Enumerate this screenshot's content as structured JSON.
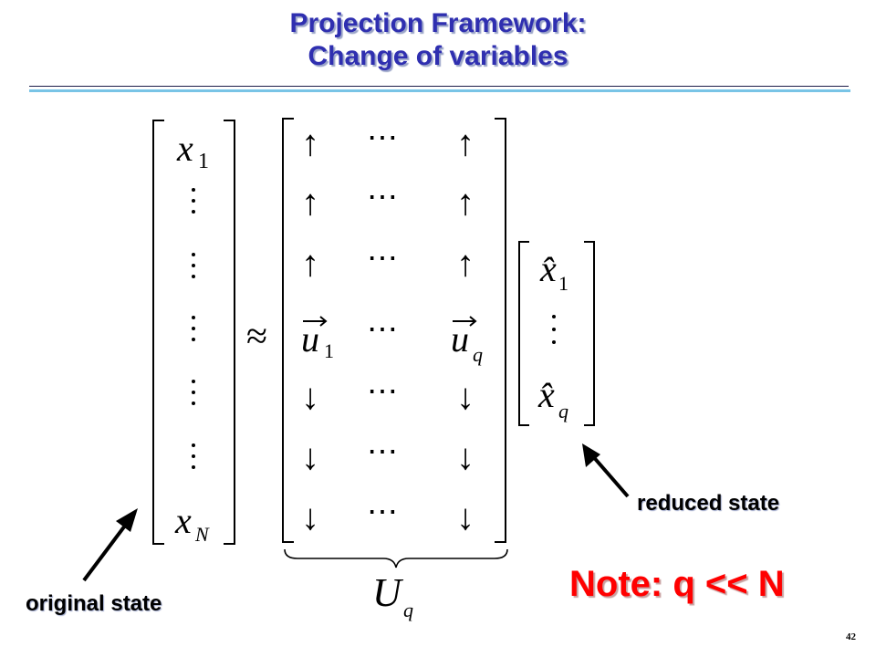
{
  "slide": {
    "title_line1": "Projection Framework:",
    "title_line2": "Change of variables",
    "page_number": "42"
  },
  "annotations": {
    "original_state": "original state",
    "reduced_state": "reduced state",
    "note": "Note: q << N"
  },
  "equation": {
    "approx_symbol": "≈",
    "x_vector": {
      "first": "x",
      "first_sub": "1",
      "last": "x",
      "last_sub": "N"
    },
    "basis_matrix": {
      "up_arrow": "↑",
      "down_arrow": "↓",
      "ellipsis": "⋯",
      "first_col": "u",
      "first_col_sub": "1",
      "last_col": "u",
      "last_col_sub": "q",
      "brace_label": "U",
      "brace_label_sub": "q"
    },
    "reduced_vector": {
      "first": "x̂",
      "first_sub": "1",
      "last": "x̂",
      "last_sub": "q"
    },
    "vdots": "⋮"
  },
  "colors": {
    "title": "#2f2fb0",
    "note": "#ff0000",
    "rule_dark": "#1c1c4a",
    "rule_light": "#79c4e6"
  }
}
